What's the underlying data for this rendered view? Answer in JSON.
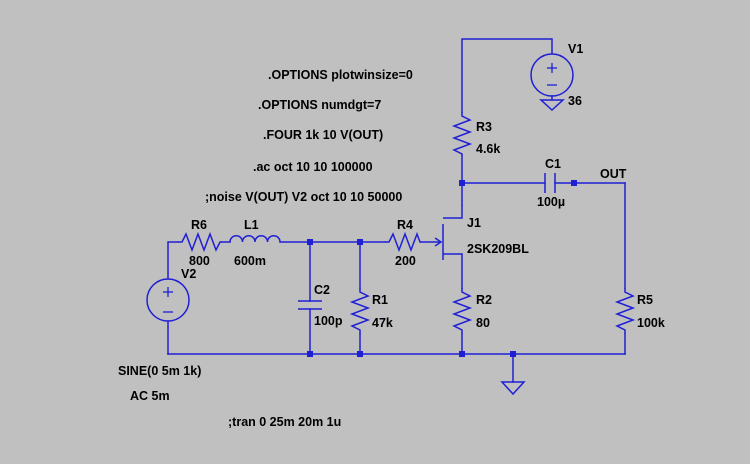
{
  "directives": {
    "options_plotwinsize": ".OPTIONS plotwinsize=0",
    "options_numdgt": ".OPTIONS numdgt=7",
    "four": ".FOUR 1k 10 V(OUT)",
    "ac": ".ac oct 10 10 100000",
    "noise": ";noise V(OUT) V2 oct 10 10 50000",
    "tran": ";tran 0 25m 20m 1u"
  },
  "components": {
    "v1": {
      "name": "V1",
      "value": "36"
    },
    "v2": {
      "name": "V2",
      "value": "SINE(0 5m 1k)",
      "ac": "AC 5m"
    },
    "r1": {
      "name": "R1",
      "value": "47k"
    },
    "r2": {
      "name": "R2",
      "value": "80"
    },
    "r3": {
      "name": "R3",
      "value": "4.6k"
    },
    "r4": {
      "name": "R4",
      "value": "200"
    },
    "r5": {
      "name": "R5",
      "value": "100k"
    },
    "r6": {
      "name": "R6",
      "value": "800"
    },
    "l1": {
      "name": "L1",
      "value": "600m"
    },
    "c1": {
      "name": "C1",
      "value": "100µ"
    },
    "c2": {
      "name": "C2",
      "value": "100p"
    },
    "j1": {
      "name": "J1",
      "value": "2SK209BL"
    }
  },
  "nets": {
    "out": "OUT"
  },
  "colors": {
    "background": "#c0c0c0",
    "wire": "#1f1fd6",
    "text": "#000000"
  }
}
